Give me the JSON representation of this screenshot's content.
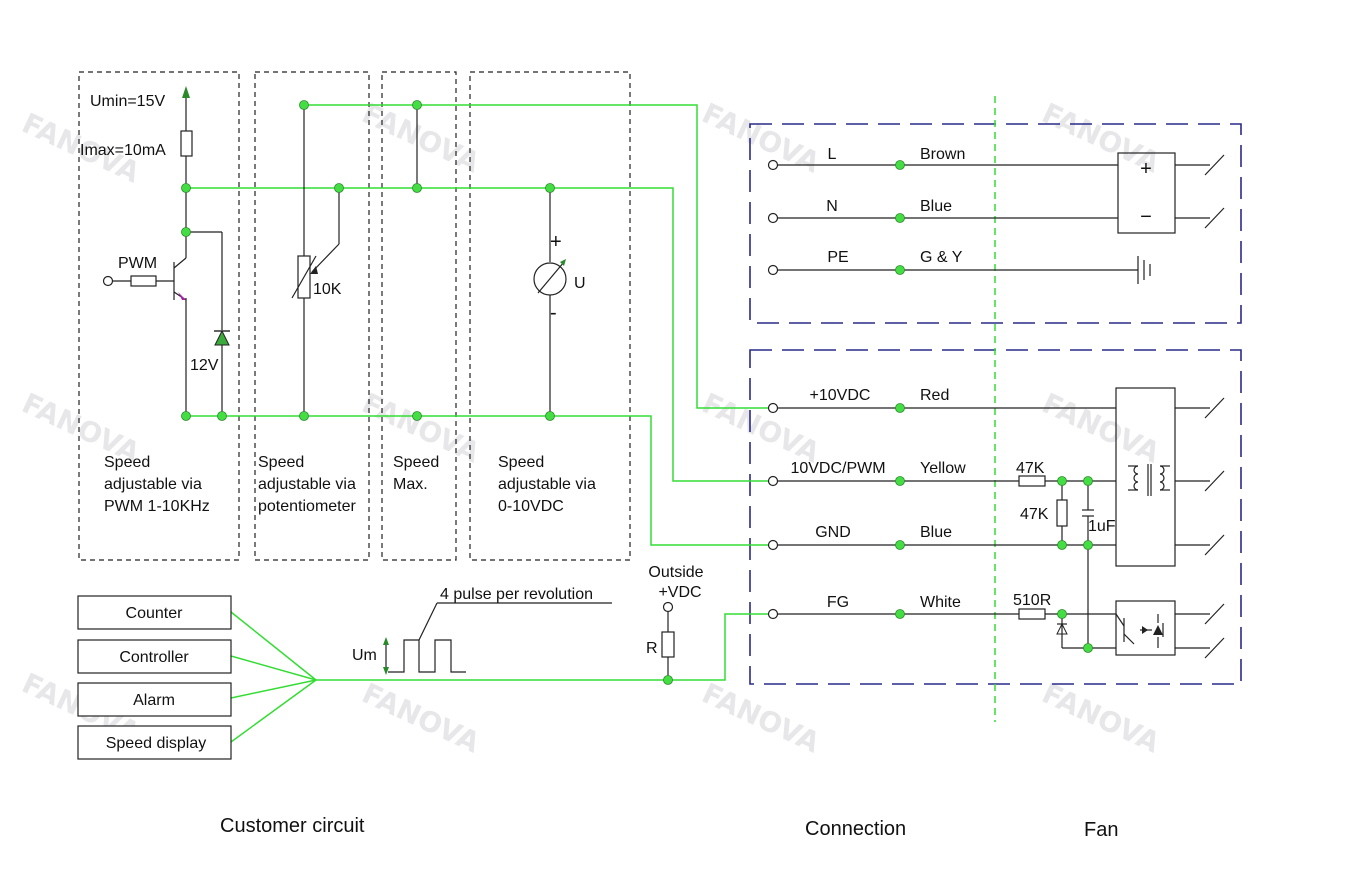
{
  "watermark": "FANOVA",
  "colors": {
    "wire": "#33dd33",
    "node": "#44cc44",
    "line": "#222222",
    "blue_dash": "#2a2a8a",
    "watermark": "#e7e7ea"
  },
  "customer": {
    "umin": "Umin=15V",
    "imax": "Imax=10mA",
    "pwm": "PWM",
    "zener": "12V",
    "pot": "10K",
    "meter_plus": "+",
    "meter_minus": "-",
    "meter_u": "U",
    "box1": [
      "Speed",
      "adjustable via",
      "PWM 1-10KHz"
    ],
    "box2": [
      "Speed",
      "adjustable via",
      "potentiometer"
    ],
    "box3": [
      "Speed",
      "Max."
    ],
    "box4": [
      "Speed",
      "adjustable via",
      "0-10VDC"
    ]
  },
  "devices": [
    "Counter",
    "Controller",
    "Alarm",
    "Speed display"
  ],
  "pulse": {
    "caption": "4 pulse per revolution",
    "amp": "Um"
  },
  "outside": {
    "line1": "Outside",
    "line2": "+VDC",
    "resistor": "R"
  },
  "power_rows": [
    {
      "pin": "L",
      "color": "Brown"
    },
    {
      "pin": "N",
      "color": "Blue"
    },
    {
      "pin": "PE",
      "color": "G & Y"
    }
  ],
  "signal_rows": [
    {
      "pin": "+10VDC",
      "color": "Red"
    },
    {
      "pin": "10VDC/PWM",
      "color": "Yellow"
    },
    {
      "pin": "GND",
      "color": "Blue"
    },
    {
      "pin": "FG",
      "color": "White"
    }
  ],
  "fan": {
    "plus": "+",
    "minus": "−",
    "r1": "47K",
    "r2": "47K",
    "cap": "1uF",
    "r3": "510R"
  },
  "sections": {
    "customer": "Customer circuit",
    "connection": "Connection",
    "fan": "Fan"
  }
}
